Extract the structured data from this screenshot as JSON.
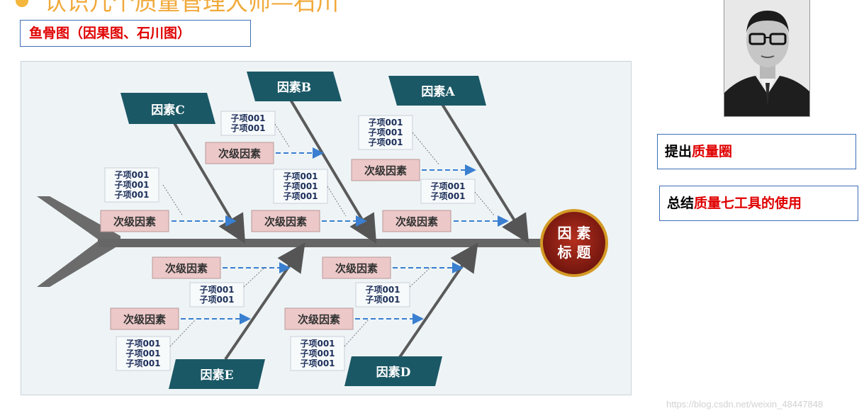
{
  "title": "认识几个质量管理大师—石川",
  "section_label": "鱼骨图（因果图、石川图）",
  "diagram": {
    "head": [
      "因 素",
      "标 题"
    ],
    "factors": {
      "A": "因素A",
      "B": "因素B",
      "C": "因素C",
      "D": "因素D",
      "E": "因素E"
    },
    "secondary_label": "次级因素",
    "sub_item": "子项001"
  },
  "info": {
    "box1_prefix": "提出",
    "box1_highlight": "质量圈",
    "box2_prefix": "总结",
    "box2_highlight": "质量七工具的使用"
  },
  "watermark": "https://blog.csdn.net/weixin_48447848",
  "colors": {
    "title": "#f0a93a",
    "highlight": "#e00000",
    "factor_box": "#1b5866",
    "secondary_box": "#ecc8c8",
    "arrow": "#3a7fd0",
    "head": "#8b1a12"
  }
}
